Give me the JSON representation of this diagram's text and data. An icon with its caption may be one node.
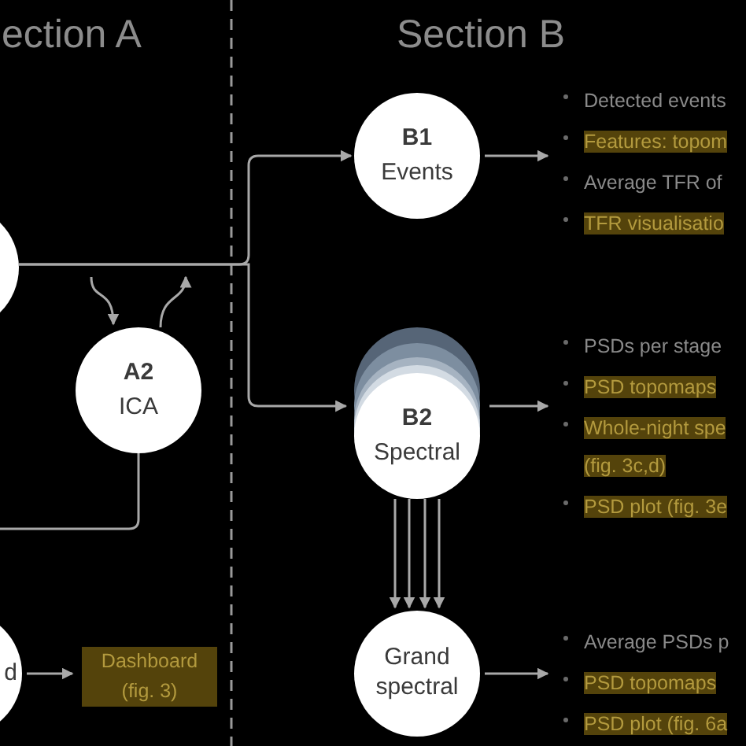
{
  "diagram": {
    "nodes": [
      {
        "text": [],
        "shape": "circle"
      },
      {
        "text": [
          "B1",
          "Events"
        ]
      },
      {
        "text": [
          "Detected events",
          "Features: topom",
          "Average TFR of",
          "TFR visualisatio"
        ]
      },
      {
        "text": [
          "A2",
          "ICA"
        ]
      },
      {
        "text": [
          "B2",
          "Spectral"
        ]
      },
      {
        "text": [
          "PSDs per stage",
          "PSD topomaps",
          "Whole-night spe (fig. 3c,d)",
          "PSD plot (fig. 3e"
        ]
      },
      {
        "text": [
          "d"
        ]
      },
      {
        "text": [
          "Dashboard (fig. 3)"
        ]
      },
      {
        "text": [
          "Grand spectral"
        ]
      },
      {
        "text": [
          "Average PSDs p",
          "PSD topomaps",
          "PSD plot (fig. 6a"
        ]
      }
    ],
    "edges": [
      {
        "from": 0,
        "to": 1,
        "arrow": "to"
      },
      {
        "from": 0,
        "to": 4,
        "arrow": "to"
      },
      {
        "from": 1,
        "to": 2,
        "arrow": "to"
      },
      {
        "from": null,
        "to": 3,
        "arrow": "to"
      },
      {
        "from": 3,
        "to": null,
        "arrow": "to"
      },
      {
        "from": null,
        "to": 3,
        "arrow": "none"
      },
      {
        "from": 4,
        "to": 5,
        "arrow": "to"
      },
      {
        "from": 4,
        "to": 8,
        "arrow": "to"
      },
      {
        "from": 4,
        "to": 8,
        "arrow": "to"
      },
      {
        "from": 4,
        "to": 8,
        "arrow": "to"
      },
      {
        "from": 4,
        "to": 8,
        "arrow": "to"
      },
      {
        "from": 6,
        "to": 7,
        "arrow": "to"
      },
      {
        "from": 8,
        "to": 9,
        "arrow": "to"
      }
    ],
    "labels": [
      "ection A",
      "Section B"
    ]
  }
}
